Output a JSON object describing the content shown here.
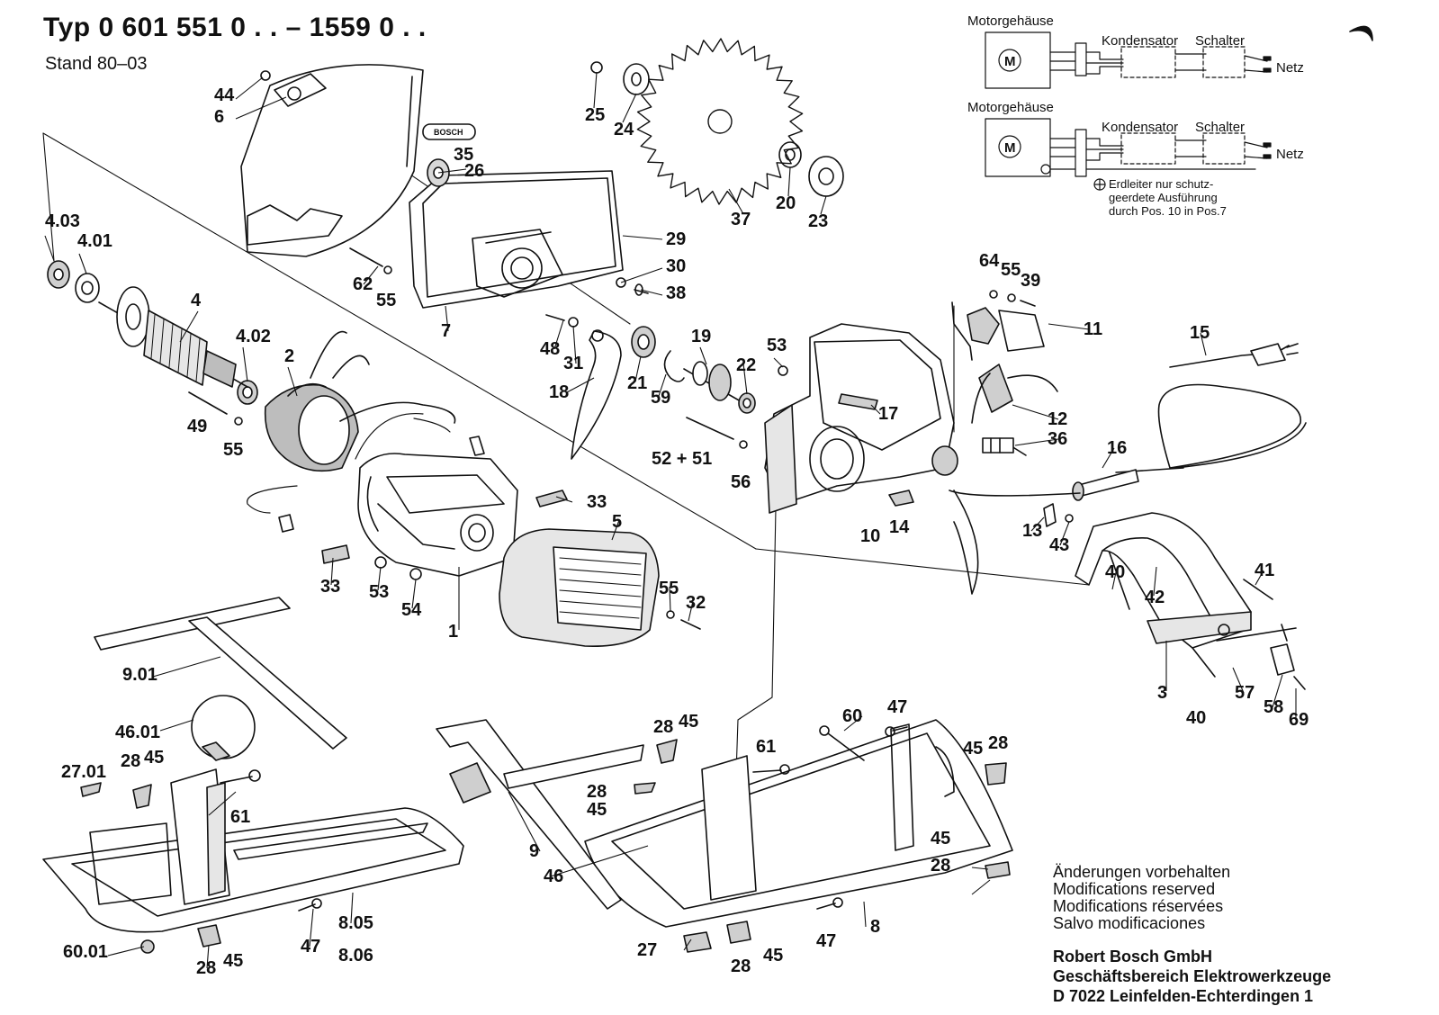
{
  "header": {
    "title": "Typ 0 601 551 0 . . – 1559 0 . .",
    "subtitle": "Stand 80–03"
  },
  "wiring": {
    "top": {
      "motor_label": "Motorgehäuse",
      "kondensator_label": "Kondensator",
      "schalter_label": "Schalter",
      "netz_label": "Netz",
      "motor_symbol": "M"
    },
    "bottom": {
      "motor_label": "Motorgehäuse",
      "kondensator_label": "Kondensator",
      "schalter_label": "Schalter",
      "netz_label": "Netz",
      "motor_symbol": "M",
      "note_line1": "Erdleiter nur schutz-",
      "note_line2": "geerdete Ausführung",
      "note_line3": "durch Pos. 10 in Pos.7"
    }
  },
  "notes": {
    "line1": "Änderungen vorbehalten",
    "line2": "Modifications reserved",
    "line3": "Modifications réservées",
    "line4": "Salvo modificaciones"
  },
  "company": {
    "line1": "Robert Bosch GmbH",
    "line2": "Geschäftsbereich Elektrowerkzeuge",
    "line3": "D 7022 Leinfelden-Echterdingen 1"
  },
  "logo": {
    "text": "BOSCH"
  },
  "callouts": [
    "44",
    "6",
    "35",
    "26",
    "4.03",
    "4.01",
    "4",
    "4.02",
    "2",
    "62",
    "55",
    "7",
    "29",
    "30",
    "38",
    "25",
    "24",
    "37",
    "20",
    "23",
    "48",
    "31",
    "18",
    "21",
    "59",
    "19",
    "22",
    "53",
    "17",
    "49",
    "55",
    "52 + 51",
    "56",
    "10",
    "14",
    "33",
    "33",
    "53",
    "54",
    "1",
    "5",
    "55",
    "32",
    "64",
    "55",
    "39",
    "11",
    "15",
    "12",
    "36",
    "16",
    "13",
    "43",
    "40",
    "42",
    "41",
    "3",
    "40",
    "57",
    "58",
    "69",
    "9.01",
    "46.01",
    "27.01",
    "28",
    "45",
    "61",
    "60.01",
    "28",
    "45",
    "47",
    "8.05",
    "8.06",
    "28",
    "45",
    "28",
    "45",
    "9",
    "46",
    "27",
    "28",
    "45",
    "47",
    "8",
    "61",
    "60",
    "47",
    "45",
    "28",
    "45",
    "28"
  ],
  "colors": {
    "ink": "#111111",
    "paper": "#ffffff",
    "shade": "#cfcfcf",
    "dark": "#3a3a3a"
  }
}
